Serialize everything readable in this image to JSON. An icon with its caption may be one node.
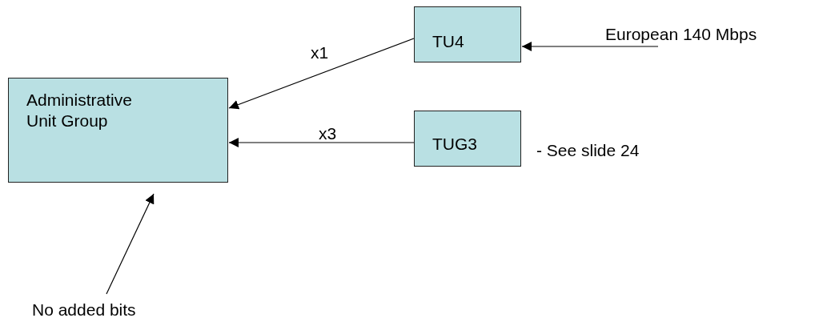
{
  "diagram": {
    "nodes": [
      {
        "text": [
          "Administrative Unit Group"
        ]
      },
      {
        "text": [
          "TU4"
        ]
      },
      {
        "text": [
          "TUG3"
        ],
        "beside": [
          "- See slide 24"
        ]
      },
      {
        "text": [
          "European 140 Mbps"
        ]
      },
      {
        "text": [
          "No added bits"
        ]
      }
    ],
    "edges": [
      {
        "from": 1,
        "to": 0,
        "arrow": "to",
        "label": "x1"
      },
      {
        "from": 2,
        "to": 0,
        "arrow": "to",
        "label": "x3"
      },
      {
        "from": 3,
        "to": 1,
        "arrow": "to"
      },
      {
        "from": 4,
        "to": 0,
        "arrow": "to"
      }
    ]
  }
}
